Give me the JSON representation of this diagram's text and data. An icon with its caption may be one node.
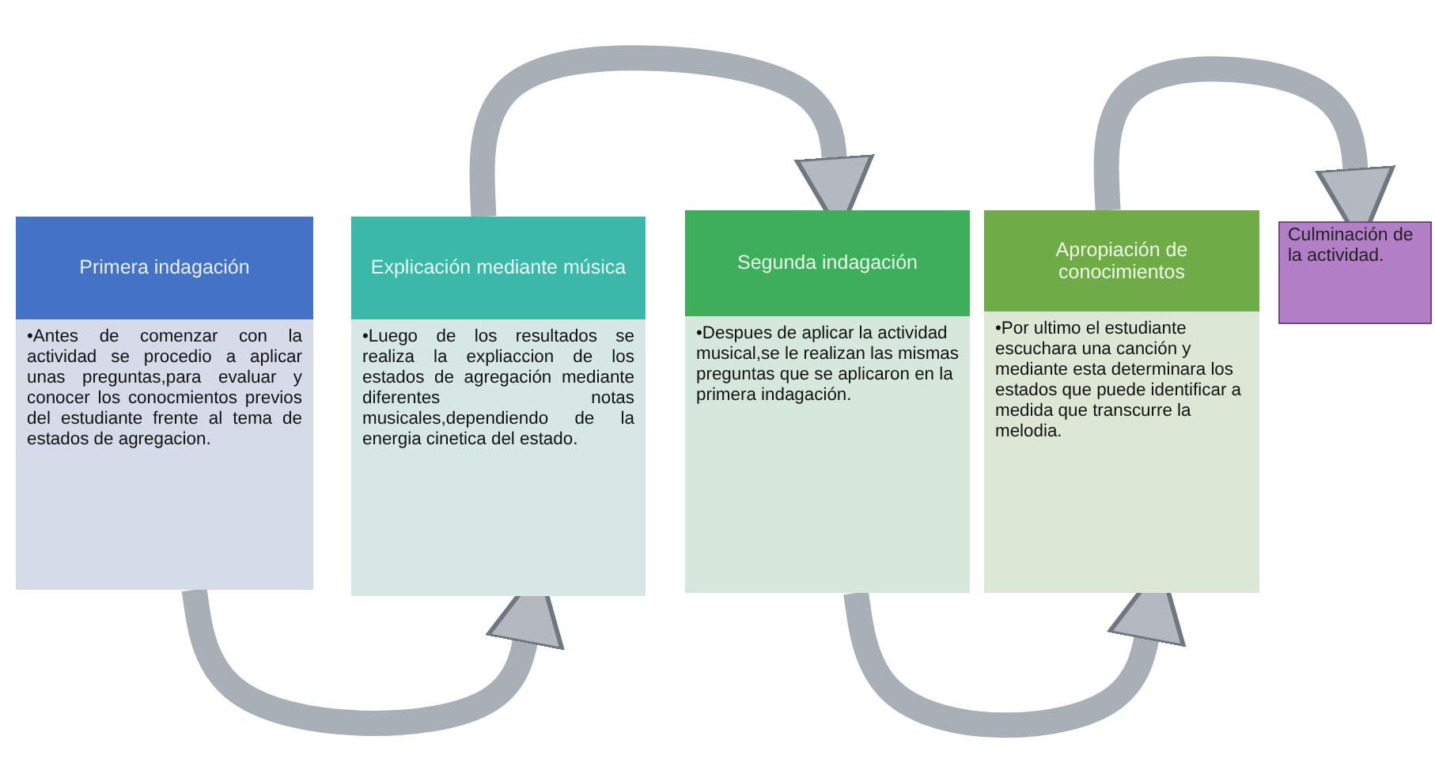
{
  "diagram": {
    "nodes": [
      {
        "text": [
          "Primera indagación",
          "•Antes de comenzar con la actividad se procedio a aplicar unas preguntas,para evaluar y conocer los conocmientos previos del estudiante frente al tema de estados de agregacion."
        ]
      },
      {
        "text": [
          "Explicación mediante música",
          "•Luego de los resultados se realiza la expliaccion de los estados de agregación mediante diferentes notas musicales,dependiendo de la energia cinetica del estado."
        ]
      },
      {
        "text": [
          "Segunda indagación",
          "•Despues de aplicar la actividad musical,se le realizan las mismas preguntas que se aplicaron en la primera indagación."
        ]
      },
      {
        "text": [
          "Apropiación de conocimientos",
          "•Por ultimo el estudiante escuchara una canción y mediante esta determinara los estados que puede identificar a medida que transcurre la melodia."
        ]
      },
      {
        "text": [
          "Culminación de la actividad."
        ]
      }
    ],
    "edges": [
      {
        "from": 0,
        "to": 1,
        "arrow": "to"
      },
      {
        "from": 1,
        "to": 2,
        "arrow": "to"
      },
      {
        "from": 2,
        "to": 3,
        "arrow": "to"
      },
      {
        "from": 3,
        "to": 4,
        "arrow": "to"
      }
    ]
  }
}
